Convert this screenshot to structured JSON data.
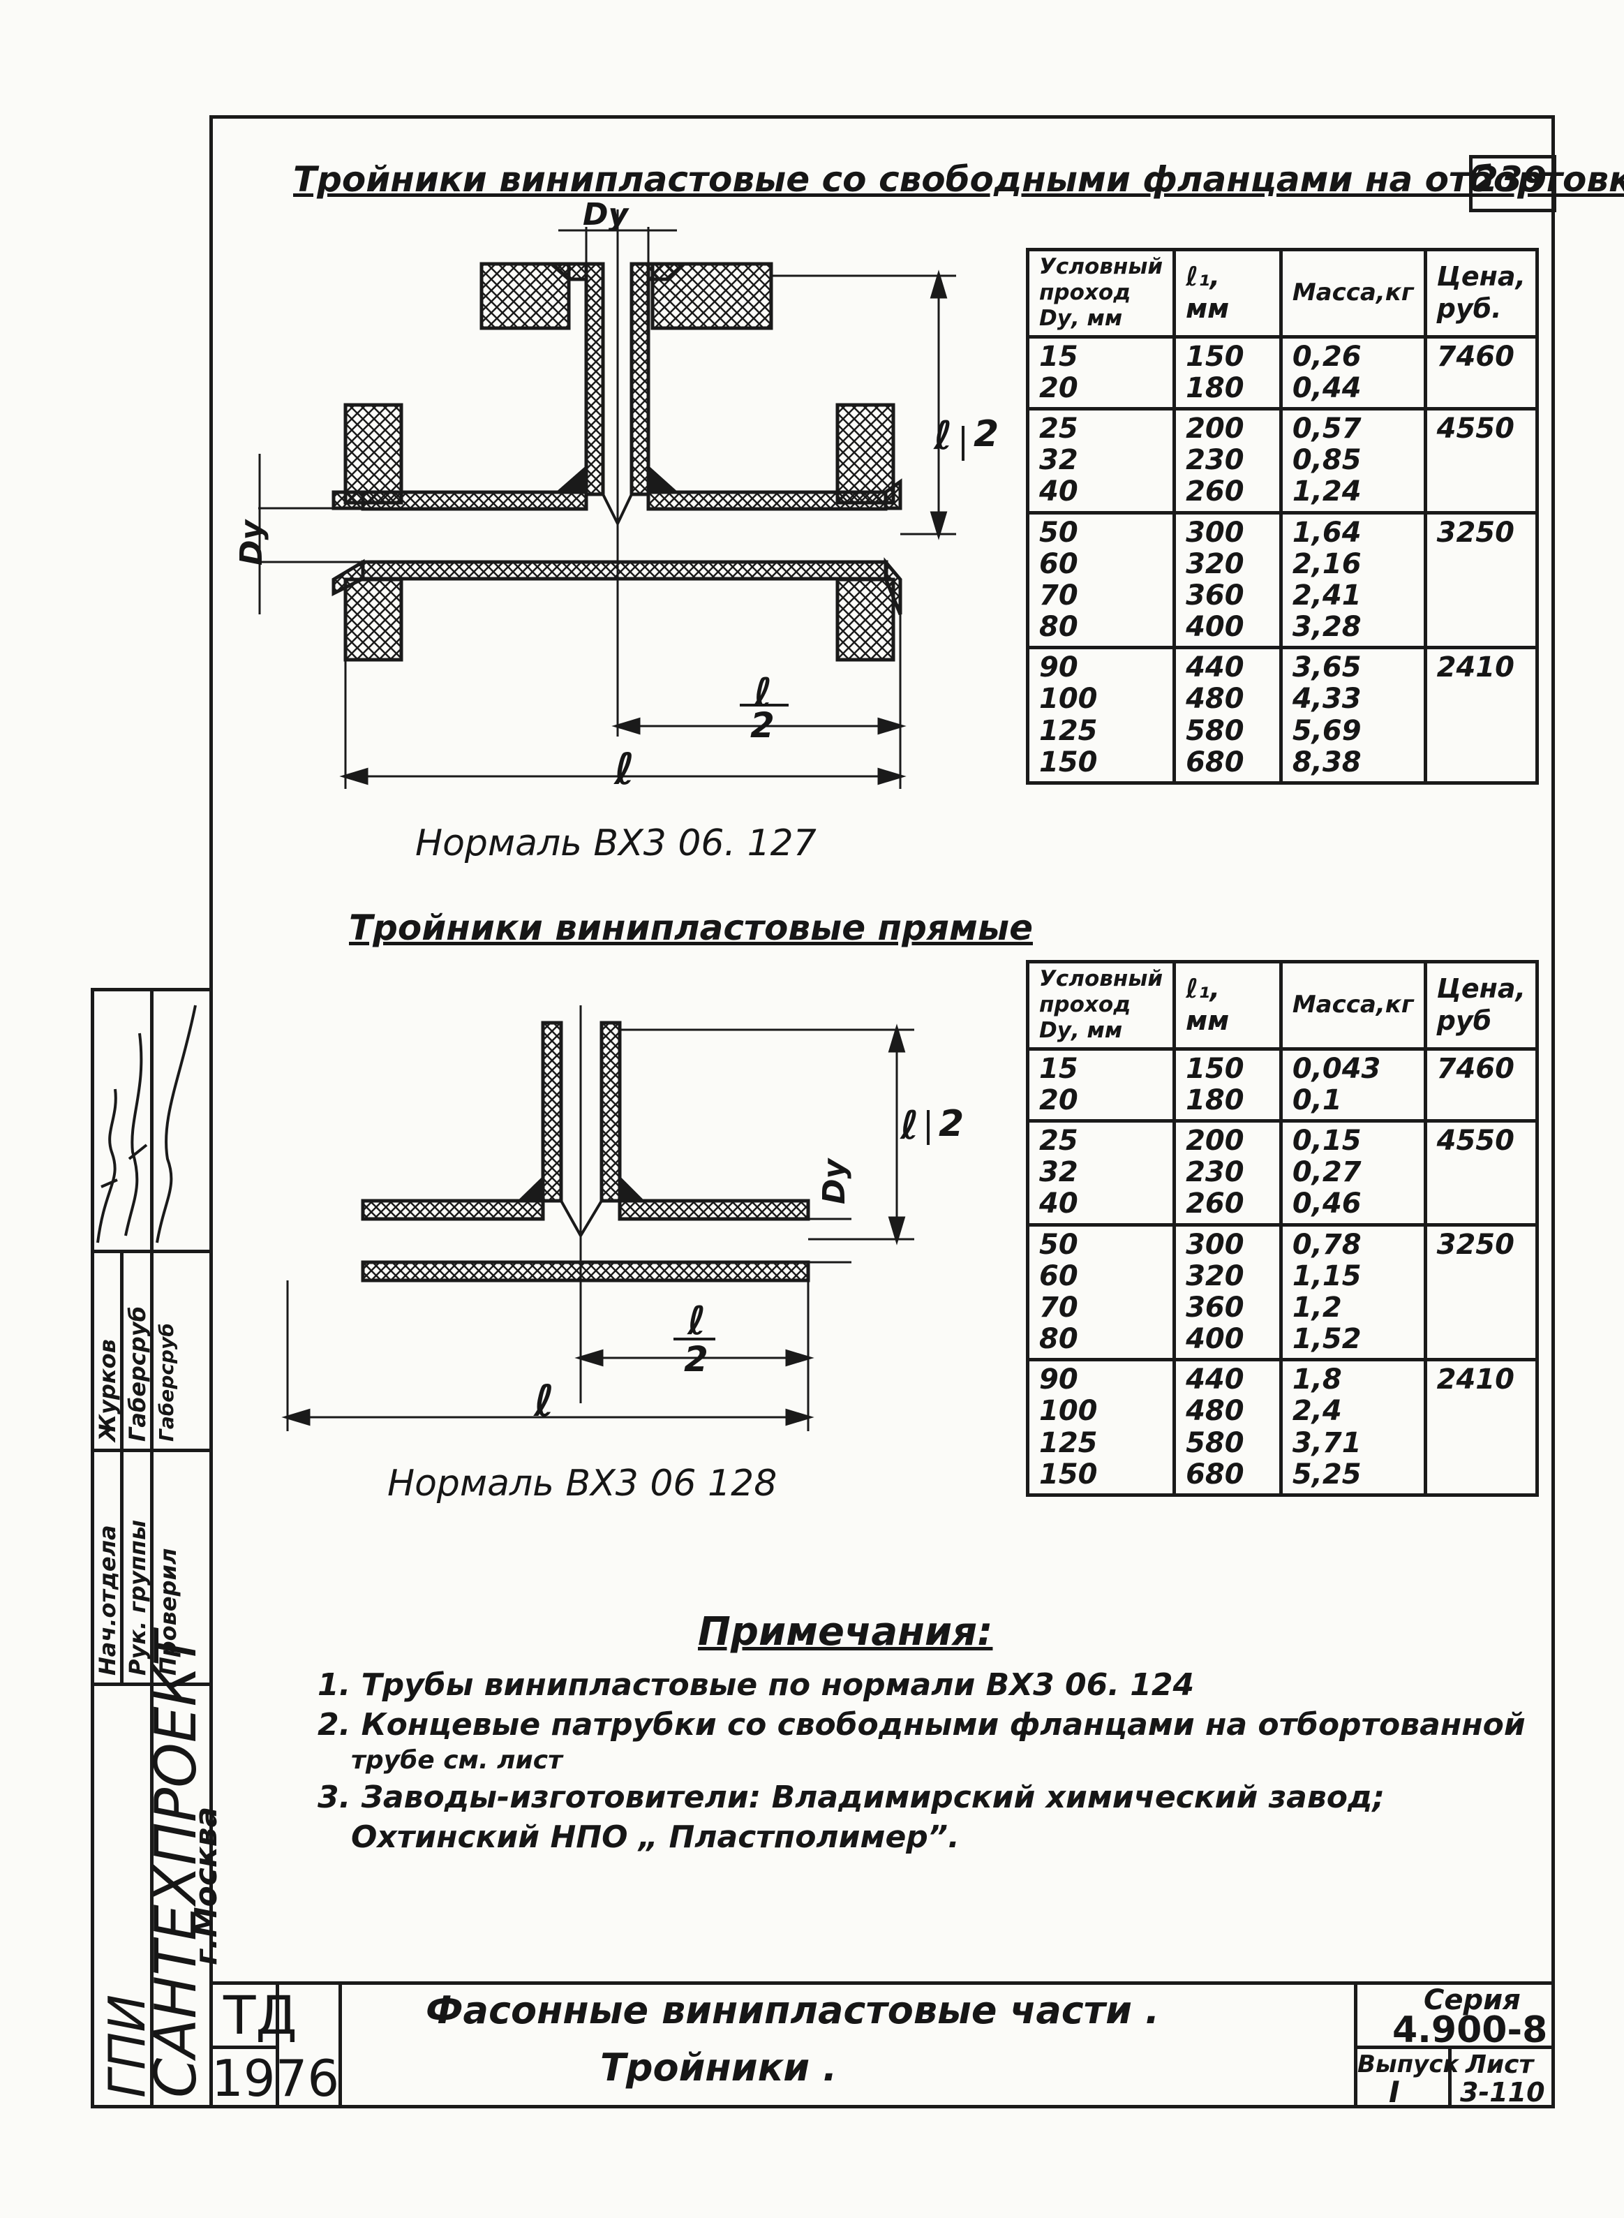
{
  "page": {
    "sheet_number": "239",
    "section1_title": "Тройники   винипластовые со свободными фланцами на отбортовке",
    "section2_title": "Тройники   винипластовые прямые",
    "normal1": "Нормаль ВХ3 06. 127",
    "normal2": "Нормаль ВХ3 06 128"
  },
  "drawing_labels": {
    "dy": "Dy",
    "l": "ℓ",
    "two": "2"
  },
  "table_headers": {
    "col1_lines": [
      "Условный",
      "проход",
      "Dу, мм"
    ],
    "col2": "ℓ₁, мм",
    "col3_t1": "Масса,кг",
    "col3_t2": "Масса,кг",
    "col4_t1_lines": [
      "Цена,",
      "руб."
    ],
    "col4_t2_lines": [
      "Цена,",
      "руб"
    ]
  },
  "table1": {
    "groups": [
      {
        "dy": [
          "15",
          "20"
        ],
        "l1": [
          "150",
          "180"
        ],
        "mass": [
          "0,26",
          "0,44"
        ],
        "price": "7460"
      },
      {
        "dy": [
          "25",
          "32",
          "40"
        ],
        "l1": [
          "200",
          "230",
          "260"
        ],
        "mass": [
          "0,57",
          "0,85",
          "1,24"
        ],
        "price": "4550"
      },
      {
        "dy": [
          "50",
          "60",
          "70",
          "80"
        ],
        "l1": [
          "300",
          "320",
          "360",
          "400"
        ],
        "mass": [
          "1,64",
          "2,16",
          "2,41",
          "3,28"
        ],
        "price": "3250"
      },
      {
        "dy": [
          "90",
          "100",
          "125",
          "150"
        ],
        "l1": [
          "440",
          "480",
          "580",
          "680"
        ],
        "mass": [
          "3,65",
          "4,33",
          "5,69",
          "8,38"
        ],
        "price": "2410"
      }
    ]
  },
  "table2": {
    "groups": [
      {
        "dy": [
          "15",
          "20"
        ],
        "l1": [
          "150",
          "180"
        ],
        "mass": [
          "0,043",
          "0,1"
        ],
        "price": "7460"
      },
      {
        "dy": [
          "25",
          "32",
          "40"
        ],
        "l1": [
          "200",
          "230",
          "260"
        ],
        "mass": [
          "0,15",
          "0,27",
          "0,46"
        ],
        "price": "4550"
      },
      {
        "dy": [
          "50",
          "60",
          "70",
          "80"
        ],
        "l1": [
          "300",
          "320",
          "360",
          "400"
        ],
        "mass": [
          "0,78",
          "1,15",
          "1,2",
          "1,52"
        ],
        "price": "3250"
      },
      {
        "dy": [
          "90",
          "100",
          "125",
          "150"
        ],
        "l1": [
          "440",
          "480",
          "580",
          "680"
        ],
        "mass": [
          "1,8",
          "2,4",
          "3,71",
          "5,25"
        ],
        "price": "2410"
      }
    ]
  },
  "notes": {
    "heading": "Примечания:",
    "n1": "1. Трубы  винипластовые по нормали  ВХ3  06. 124",
    "n2a": "2. Концевые патрубки со свободными фланцами на отбортованной",
    "n2b": "трубе  см.  лист",
    "n3a": "3. Заводы-изготовители: Владимирский химический завод;",
    "n3b": "Охтинский  НПО „ Пластполимер”."
  },
  "title_block": {
    "org1": "ГПИ",
    "org2": "САНТЕХПРОЕКТ",
    "org3": "г.Москва",
    "roles": [
      "Нач.отдела",
      "Рук. группы",
      "Проверил"
    ],
    "names": [
      "Журков",
      "Габерсруб",
      "Габерсруб"
    ],
    "td": "ТД",
    "year": "1976",
    "main_title_line1": "Фасонные   винипластовые   части .",
    "main_title_line2": "Тройники .",
    "series_label": "Серия",
    "series_value": "4.900-8",
    "issue_label": "Выпуск",
    "issue_value": "I",
    "sheet_label": "Лист",
    "sheet_value": "3-110"
  }
}
